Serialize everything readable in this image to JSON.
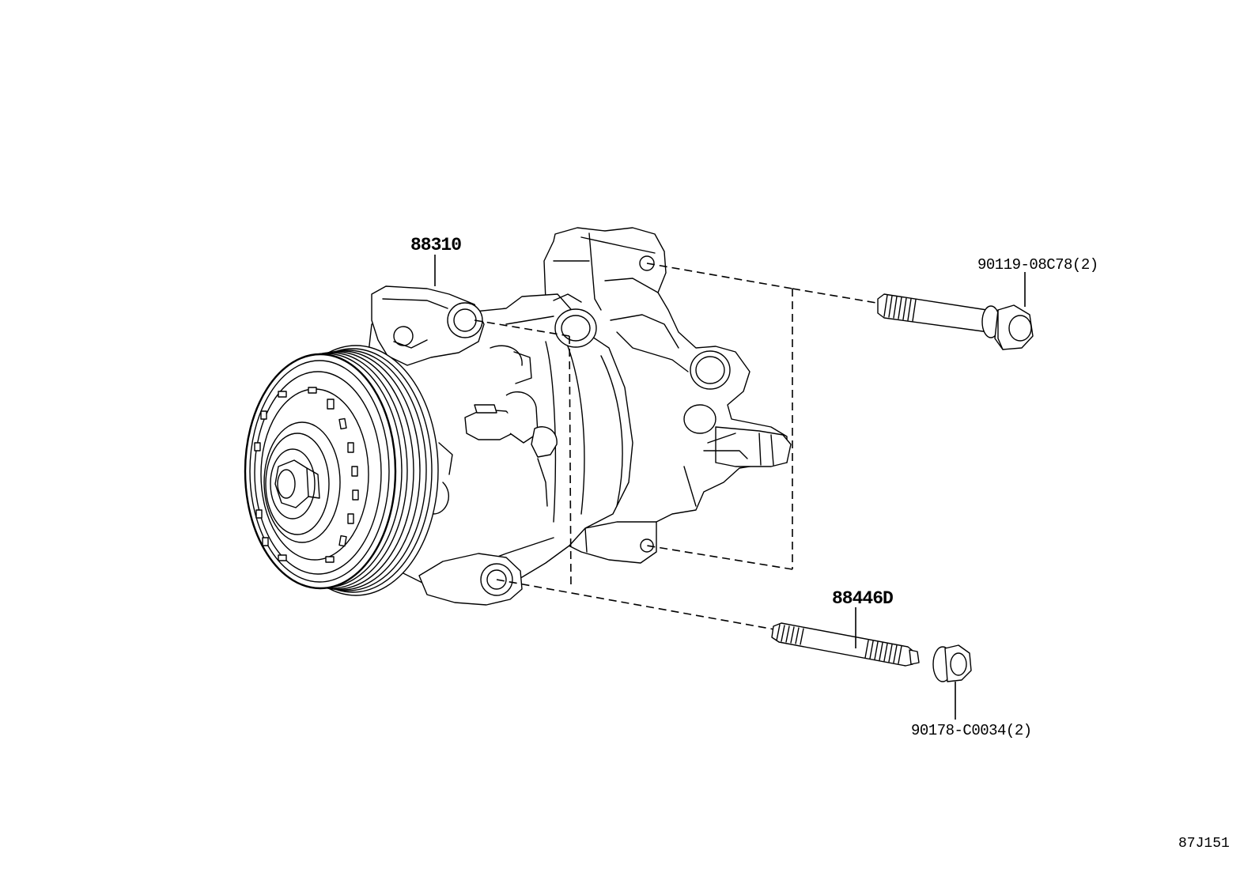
{
  "parts": {
    "compressor": {
      "number": "88310"
    },
    "stud_bolt": {
      "number": "88446D"
    },
    "upper_bolt": {
      "number": "90119-08C78(2)"
    },
    "nut": {
      "number": "90178-C0034(2)"
    }
  },
  "illustration_code": "87J151",
  "colors": {
    "line": "#000000",
    "background": "#ffffff"
  }
}
